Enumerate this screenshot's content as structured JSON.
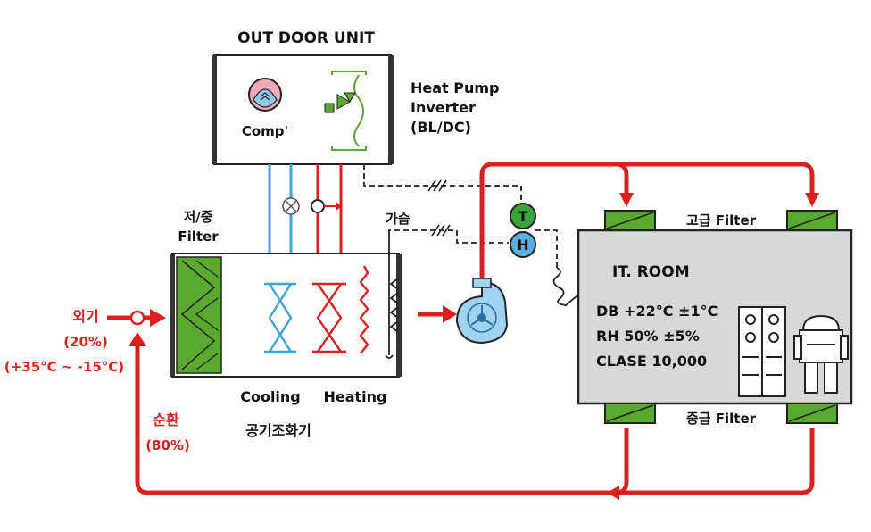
{
  "title": "OUT DOOR UNIT",
  "outdoor": {
    "comp_label": "Comp'",
    "hp_line1": "Heat Pump",
    "hp_line2": "Inverter",
    "hp_line3": "(BL/DC)"
  },
  "ahu": {
    "filter_line1": "저/중",
    "filter_line2": "Filter",
    "cooling": "Cooling",
    "heating": "Heating",
    "humid": "가습",
    "name": "공기조화기"
  },
  "air": {
    "oa_label": "외기",
    "oa_percent": "(20%)",
    "oa_range": "(+35°C ~ -15°C)",
    "ra_label": "순환",
    "ra_percent": "(80%)"
  },
  "sensors": {
    "t": "T",
    "h": "H"
  },
  "room": {
    "title": "IT. ROOM",
    "db": "DB +22°C ±1°C",
    "rh": "RH 50% ±5%",
    "class": "CLASE  10,000",
    "top_filter": "고급 Filter",
    "bottom_filter": "중급 Filter"
  },
  "colors": {
    "red": "#d9201f",
    "blue": "#3fa2d9",
    "green": "#5aa82f",
    "room_fill": "#d8d8d8",
    "sensor_green": "#3aa33a",
    "sensor_blue": "#5aaee0"
  }
}
